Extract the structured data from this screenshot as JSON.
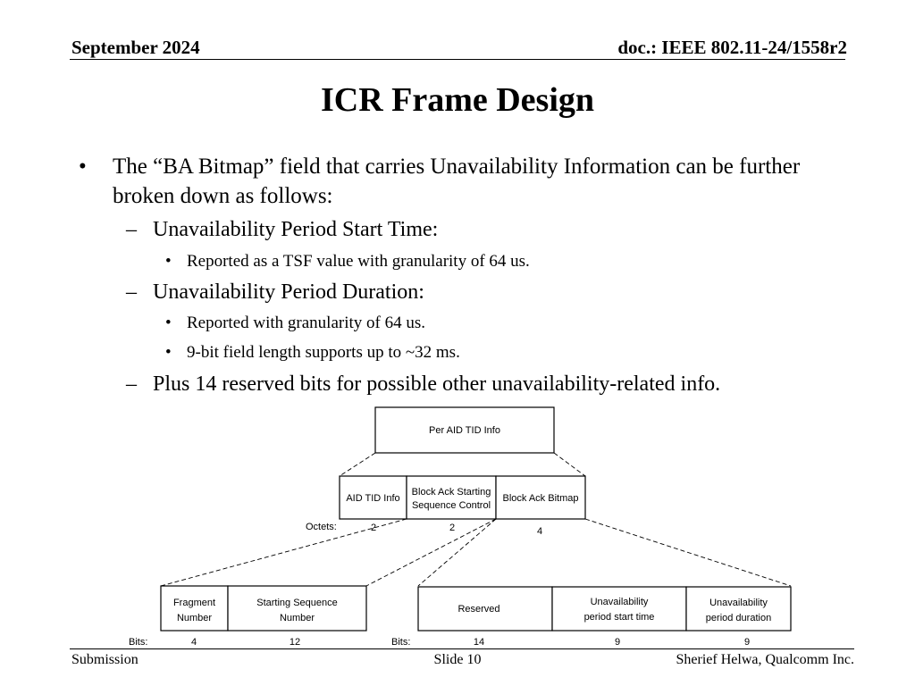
{
  "header": {
    "date": "September 2024",
    "doc": "doc.: IEEE 802.11-24/1558r2"
  },
  "title": "ICR Frame Design",
  "bullets": [
    {
      "level": 1,
      "marker": "•",
      "text": "The “BA Bitmap” field that carries Unavailability Information can be further broken down as follows:"
    },
    {
      "level": 2,
      "marker": "–",
      "text": "Unavailability Period Start Time:"
    },
    {
      "level": 3,
      "marker": "•",
      "text": "Reported as a TSF value with granularity of 64 us."
    },
    {
      "level": 2,
      "marker": "–",
      "text": "Unavailability Period Duration:"
    },
    {
      "level": 3,
      "marker": "•",
      "text": "Reported with granularity of 64 us."
    },
    {
      "level": 3,
      "marker": "•",
      "text": "9-bit field length supports up to ~32 ms."
    },
    {
      "level": 2,
      "marker": "–",
      "text": "Plus 14 reserved bits for possible other unavailability-related info."
    }
  ],
  "diagram": {
    "top_field": "Per AID TID Info",
    "middle_fields": [
      {
        "lines": [
          "AID TID Info"
        ],
        "size": "2"
      },
      {
        "lines": [
          "Block Ack Starting",
          "Sequence Control"
        ],
        "size": "2"
      },
      {
        "lines": [
          "Block Ack Bitmap"
        ],
        "size": "4"
      }
    ],
    "octets_label": "Octets:",
    "left_fields": [
      {
        "lines": [
          "Fragment",
          "Number"
        ],
        "size": "4"
      },
      {
        "lines": [
          "Starting Sequence",
          "Number"
        ],
        "size": "12"
      }
    ],
    "right_fields": [
      {
        "lines": [
          "Reserved"
        ],
        "size": "14"
      },
      {
        "lines": [
          "Unavailability",
          "period start time"
        ],
        "size": "9"
      },
      {
        "lines": [
          "Unavailability",
          "period duration"
        ],
        "size": "9"
      }
    ],
    "bits_label": "Bits:"
  },
  "footer": {
    "left": "Submission",
    "center": "Slide 10",
    "right": "Sherief Helwa, Qualcomm Inc."
  }
}
